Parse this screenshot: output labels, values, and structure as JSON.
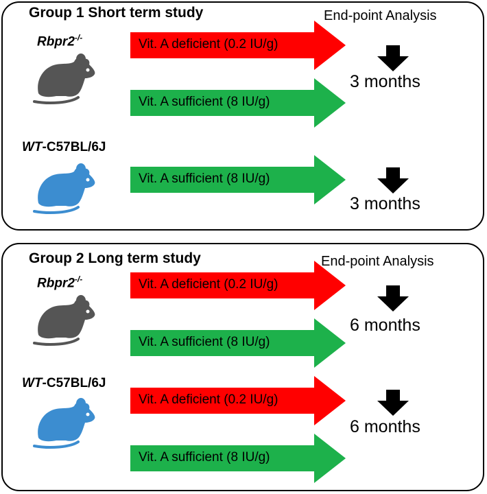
{
  "colors": {
    "deficient": "#ff0000",
    "sufficient": "#1db14b",
    "knockout_mouse": "#555555",
    "wt_mouse": "#3c8dd0"
  },
  "icons": {
    "mouse": "mouse-icon",
    "down_arrow": "down-arrow-icon"
  },
  "group1": {
    "title": "Group 1 Short term study",
    "endpoint": "End-point Analysis",
    "mouse_a": {
      "name": "Rbpr2",
      "sup": "-/-"
    },
    "mouse_b": {
      "prefix": "WT",
      "suffix": "-C57BL/6J"
    },
    "diet_deficient": "Vit. A deficient (0.2 IU/g)",
    "diet_sufficient_a": "Vit. A sufficient (8 IU/g)",
    "diet_sufficient_b": "Vit. A sufficient (8 IU/g)",
    "duration_a": "3 months",
    "duration_b": "3 months"
  },
  "group2": {
    "title": "Group 2 Long term study",
    "endpoint": "End-point Analysis",
    "mouse_a": {
      "name": "Rbpr2",
      "sup": "-/-"
    },
    "mouse_b": {
      "prefix": "WT",
      "suffix": "-C57BL/6J"
    },
    "diet_deficient_a": "Vit. A deficient (0.2 IU/g)",
    "diet_sufficient_a": "Vit. A sufficient (8 IU/g)",
    "diet_deficient_b": "Vit. A deficient (0.2 IU/g)",
    "diet_sufficient_b": "Vit. A sufficient (8 IU/g)",
    "duration_a": "6 months",
    "duration_b": "6 months"
  }
}
